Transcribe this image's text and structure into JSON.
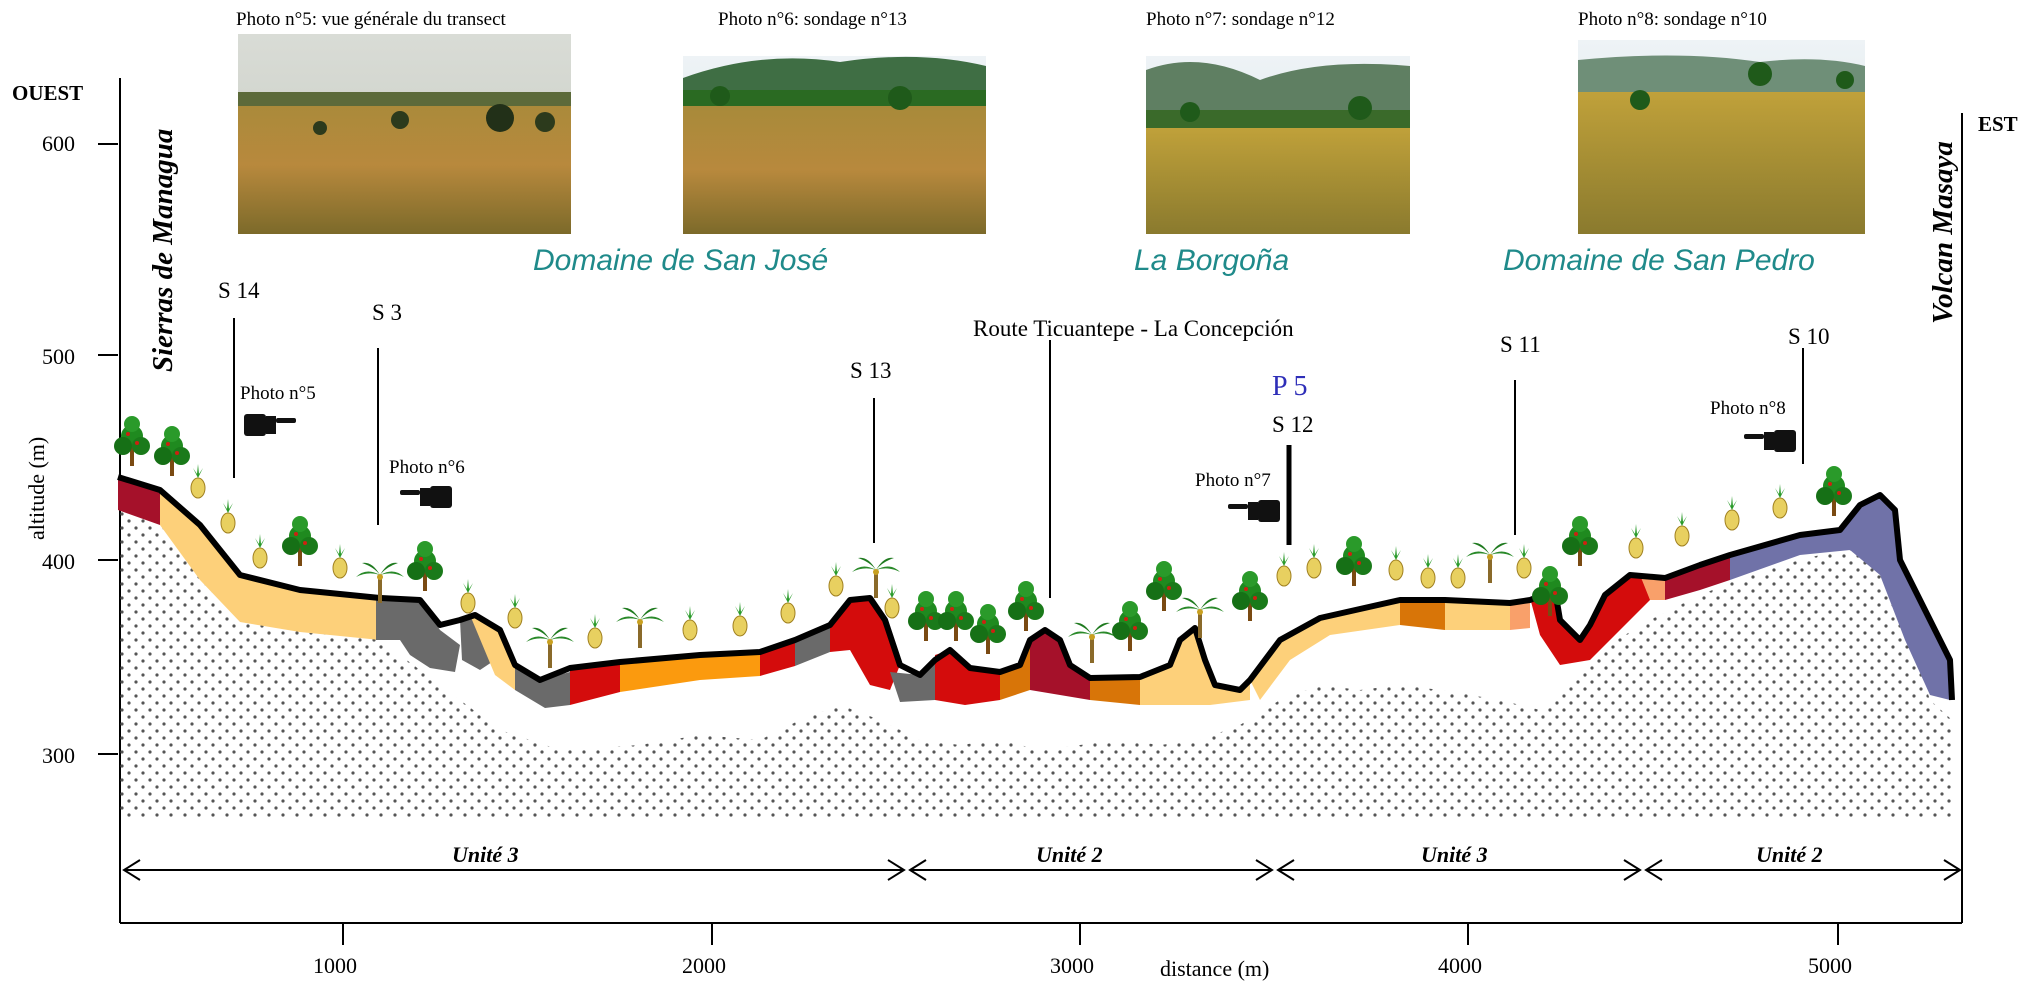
{
  "photos": [
    {
      "caption": "Photo n°5: vue générale du transect"
    },
    {
      "caption": "Photo n°6: sondage n°13"
    },
    {
      "caption": "Photo n°7: sondage n°12"
    },
    {
      "caption": "Photo n°8: sondage n°10"
    }
  ],
  "domains": [
    "Domaine de San José",
    "La Borgoña",
    "Domaine de San Pedro"
  ],
  "orientation": {
    "west": "OUEST",
    "east": "EST"
  },
  "landmarks": {
    "west": "Sierras de Managua",
    "east": "Volcan Masaya"
  },
  "road": "Route Ticuantepe - La Concepción",
  "profile_label": "P 5",
  "soundings": [
    "S 14",
    "S 3",
    "S 13",
    "S 12",
    "S 11",
    "S 10"
  ],
  "photo_markers": [
    "Photo n°5",
    "Photo n°6",
    "Photo n°7",
    "Photo n°8"
  ],
  "units": [
    "Unité 3",
    "Unité 2",
    "Unité 3",
    "Unité 2"
  ],
  "axes": {
    "ylabel": "altitude (m)",
    "xlabel": "distance (m)",
    "y_ticks": [
      "600",
      "500",
      "400",
      "300"
    ],
    "x_ticks": [
      "1000",
      "2000",
      "3000",
      "4000",
      "5000"
    ]
  },
  "colors": {
    "light_orange": "#fdd07a",
    "orange": "#fb9a0e",
    "dark_orange": "#d87508",
    "red": "#d40c0c",
    "dark_red": "#a5112a",
    "grey": "#6a6a6a",
    "salmon": "#f9a06a",
    "violet": "#7072a8",
    "teal_text": "#1f8a8a",
    "blue_text": "#2e2eb8"
  }
}
